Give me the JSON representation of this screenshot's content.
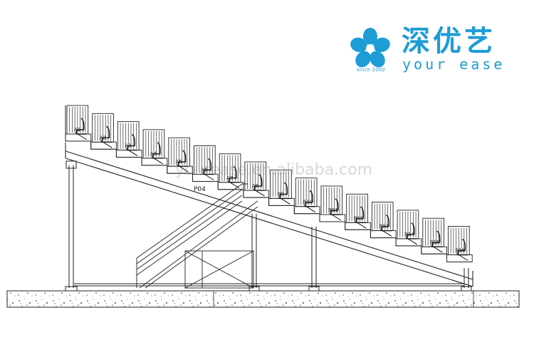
{
  "logo": {
    "brand_cn": "深优艺",
    "brand_en": "your ease",
    "since": "since 2002",
    "color": "#1e9cd6",
    "icon": "flower-icon"
  },
  "drawing": {
    "label": "P04",
    "rows": [
      {
        "n": "1",
        "cls": "A"
      },
      {
        "n": "2",
        "cls": "A"
      },
      {
        "n": "3",
        "cls": "A"
      },
      {
        "n": "4",
        "cls": "A"
      },
      {
        "n": "5",
        "cls": "A"
      },
      {
        "n": "6",
        "cls": "A"
      },
      {
        "n": "7",
        "cls": "A"
      },
      {
        "n": "8",
        "cls": "A"
      },
      {
        "n": "9",
        "cls": "B"
      },
      {
        "n": "10",
        "cls": "B"
      },
      {
        "n": "11",
        "cls": "B"
      },
      {
        "n": "12",
        "cls": "B"
      },
      {
        "n": "13",
        "cls": "B"
      },
      {
        "n": "14",
        "cls": "B"
      },
      {
        "n": "15",
        "cls": "B"
      },
      {
        "n": "16",
        "cls": "B"
      }
    ]
  },
  "watermark": "yourease.en.alibaba.com"
}
